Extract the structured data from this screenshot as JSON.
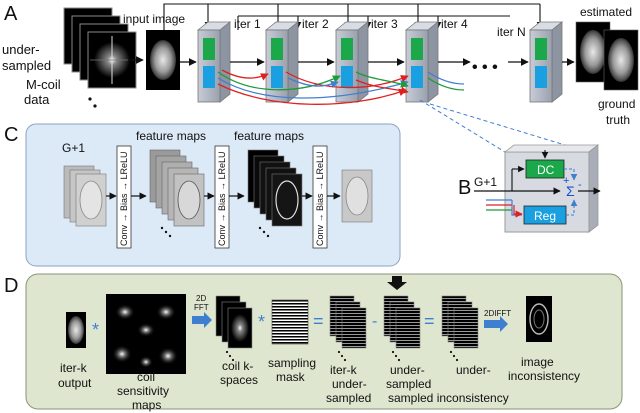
{
  "panels": {
    "a": {
      "letter": "A"
    },
    "b": {
      "letter": "B"
    },
    "c": {
      "letter": "C"
    },
    "d": {
      "letter": "D"
    }
  },
  "panel_a": {
    "input_label": "input image",
    "undersampled_line1": "under-",
    "undersampled_line2": "sampled",
    "mcoil_line1": "M-coil",
    "mcoil_line2": "data",
    "iter_labels": [
      "iter 1",
      "iter 2",
      "iter 3",
      "iter 4"
    ],
    "iter_n_label": "iter N",
    "ellipsis": "• • •",
    "estimated_label": "estimated",
    "ground_line1": "ground",
    "ground_line2": "truth"
  },
  "panel_b": {
    "input_label": "G+1",
    "dc_label": "DC",
    "reg_label": "Reg",
    "sum_symbol": "Σ",
    "plus_symbol": "+",
    "minus_symbol": "-"
  },
  "panel_c": {
    "input_label": "G+1",
    "feature_maps_1": "feature maps",
    "feature_maps_2": "feature maps",
    "block_label": "Conv → Bias → LReLU"
  },
  "panel_d": {
    "iterk_line1": "iter-k",
    "iterk_line2": "output",
    "star_symbol": "*",
    "coil_line1": "coil",
    "coil_line2": "sensitivity",
    "coil_line3": "maps",
    "fft_line1": "2D",
    "fft_line2": "FFT",
    "coilk_line1": "coil k-",
    "coilk_line2": "spaces",
    "mask_line1": "sampling",
    "mask_line2": "mask",
    "equals_symbol": "=",
    "minus_symbol": "-",
    "iterk_us_line1": "iter-k",
    "iterk_us_line2": "under-",
    "iterk_us_line3": "sampled",
    "us_line1": "under-",
    "us_line2": "sampled",
    "inc_line1": "under-",
    "inc_line2": "sampled inconsistency",
    "difft_label": "2DIFFT",
    "image_line1": "image",
    "image_line2": "inconsistency"
  },
  "colors": {
    "panel_c_bg": "#dce9f7",
    "panel_d_bg": "#dfe6cf",
    "dc_green": "#1aa84a",
    "reg_blue": "#1aa0e0",
    "arrow_blue": "#3f7fd0",
    "arrow_red": "#e02020",
    "arrow_green": "#1f9a3a"
  }
}
